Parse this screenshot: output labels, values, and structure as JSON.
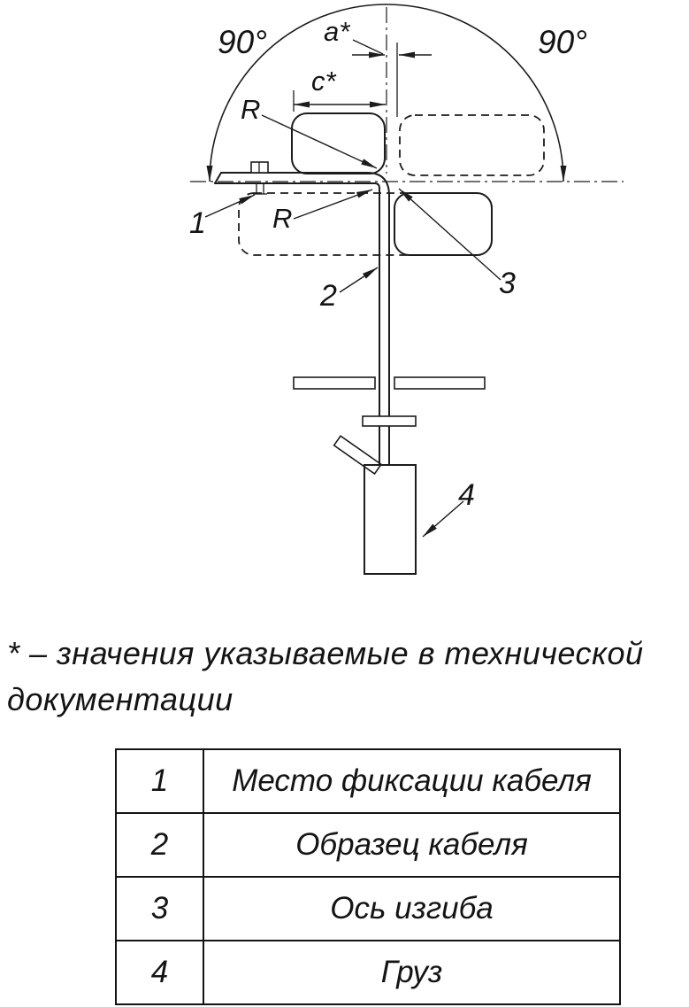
{
  "diagram": {
    "angle_left": "90°",
    "angle_right": "90°",
    "dim_a": "a*",
    "dim_c": "c*",
    "radius_top": "R",
    "radius_bottom": "R",
    "callout_1": "1",
    "callout_2": "2",
    "callout_3": "3",
    "callout_4": "4"
  },
  "footnote": {
    "line1": "* – значения указываемые в технической",
    "line2": "документации"
  },
  "legend_table": {
    "rows": [
      {
        "num": "1",
        "label": "Место фиксации кабеля"
      },
      {
        "num": "2",
        "label": "Образец кабеля"
      },
      {
        "num": "3",
        "label": "Ось изгиба"
      },
      {
        "num": "4",
        "label": "Груз"
      }
    ]
  }
}
